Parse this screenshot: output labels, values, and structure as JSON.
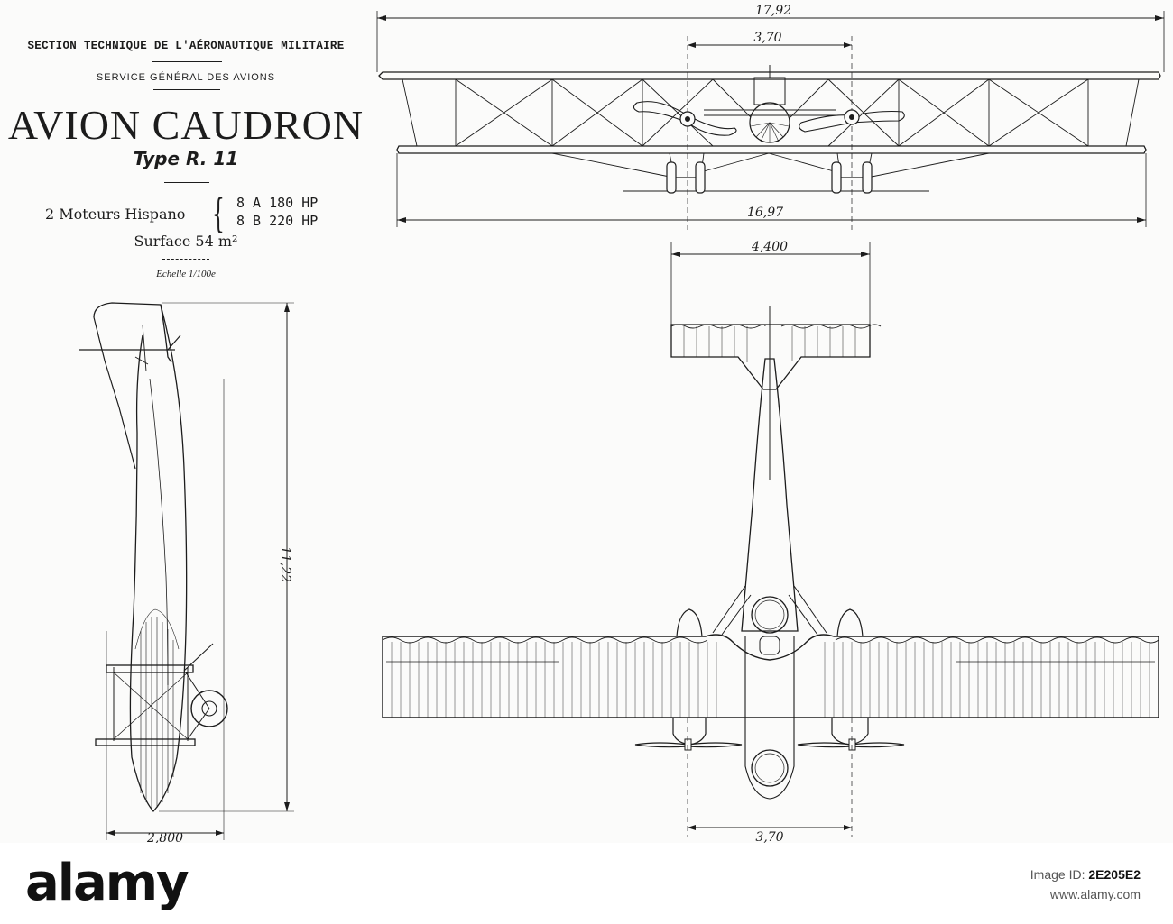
{
  "header": {
    "section": "SECTION TECHNIQUE DE L'AÉRONAUTIQUE MILITAIRE",
    "service": "SERVICE GÉNÉRAL DES AVIONS",
    "title": "AVION CAUDRON",
    "type": "Type R. 11",
    "engines_label": "2 Moteurs Hispano",
    "engine_a": "8 A 180 HP",
    "engine_b": "8 B 220 HP",
    "surface": "Surface 54 m²",
    "scale": "Echelle 1/100e"
  },
  "dimensions": {
    "span_upper": "17,92",
    "front_engine_spacing": "3,70",
    "span_lower": "16,97",
    "tailplane_span": "4,400",
    "length": "11,22",
    "height": "2,800",
    "plan_engine_spacing": "3,70"
  },
  "footer": {
    "logo": "alamy",
    "image_id_label": "Image ID:",
    "image_id": "2E205E2",
    "site": "www.alamy.com"
  }
}
